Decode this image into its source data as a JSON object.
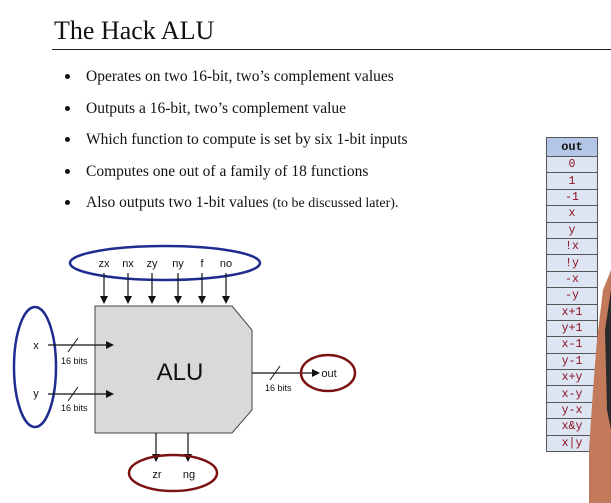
{
  "slide": {
    "title": "The Hack ALU",
    "bullets": [
      {
        "text": "Operates on two 16-bit, two’s complement values",
        "note": ""
      },
      {
        "text": "Outputs a 16-bit, two’s complement value",
        "note": ""
      },
      {
        "text": "Which function to compute is set by six 1-bit inputs",
        "note": ""
      },
      {
        "text": "Computes one out of a family of 18 functions",
        "note": ""
      },
      {
        "text": "Also outputs two 1-bit values ",
        "note": "(to be discussed later)."
      }
    ]
  },
  "diagram": {
    "chip_label": "ALU",
    "control_bits": [
      "zx",
      "nx",
      "zy",
      "ny",
      "f",
      "no"
    ],
    "inputs": [
      {
        "name": "x",
        "width": "16 bits"
      },
      {
        "name": "y",
        "width": "16 bits"
      }
    ],
    "output": {
      "name": "out",
      "width": "16 bits"
    },
    "status_outputs": [
      "zr",
      "ng"
    ],
    "colors": {
      "control_ellipse": "#1f2b8f",
      "io_ellipse": "#7b1111",
      "chip_fill": "#d9d9d9"
    }
  },
  "truth_table": {
    "header": "out",
    "rows": [
      "0",
      "1",
      "-1",
      "x",
      "y",
      "!x",
      "!y",
      "-x",
      "-y",
      "x+1",
      "y+1",
      "x-1",
      "y-1",
      "x+y",
      "x-y",
      "y-x",
      "x&y",
      "x|y"
    ],
    "colors": {
      "header_bg": "#b4c6e7",
      "cell_bg": "#dde4f2",
      "cell_text": "#8b1020"
    }
  }
}
